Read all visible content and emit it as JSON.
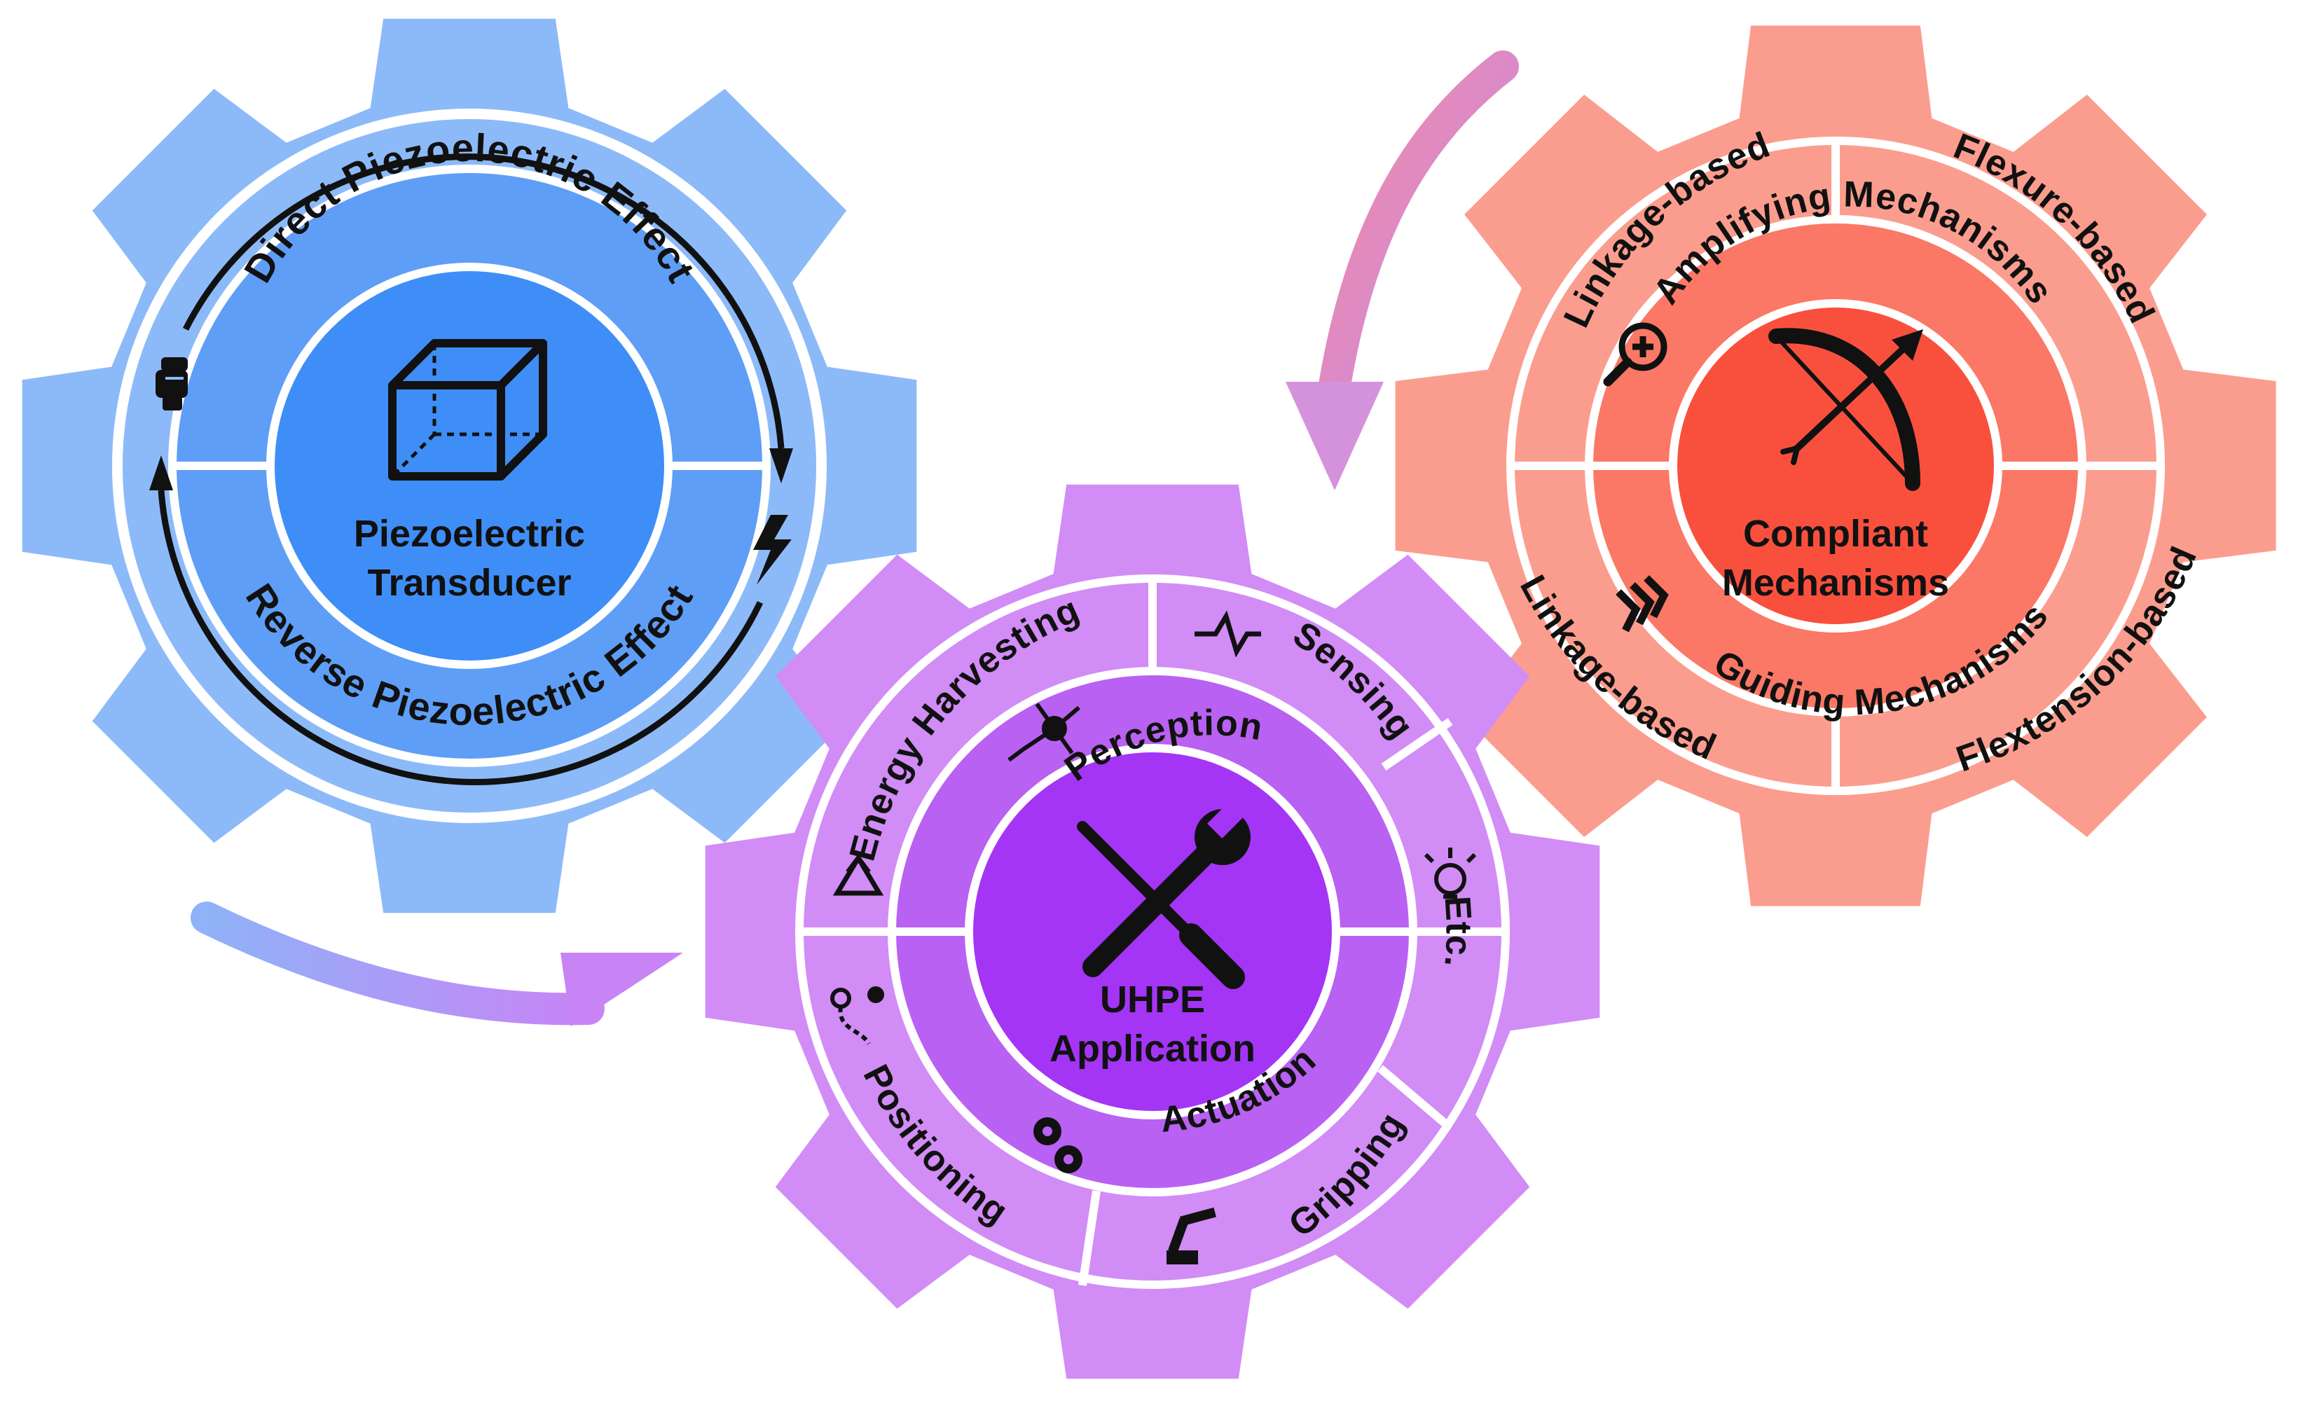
{
  "colors": {
    "blue_gear": "#8cbaf9",
    "blue_ring": "#5f9ef6",
    "blue_center": "#3f8ef7",
    "red_gear": "#fb9d8e",
    "red_ring": "#fa7865",
    "red_center": "#f9503e",
    "purple_gear": "#d18cf6",
    "purple_ring": "#b961f2",
    "purple_center": "#a435f5",
    "separator": "#ffffff",
    "ink": "#111111"
  },
  "transducer": {
    "center_line1": "Piezoelectric",
    "center_line2": "Transducer",
    "direct_effect": "Direct Piezoelectric Effect",
    "reverse_effect": "Reverse Piezoelectric Effect",
    "icons": [
      "cube-icon",
      "fist-icon",
      "lightning-icon"
    ]
  },
  "mechanisms": {
    "center_line1": "Compliant",
    "center_line2": "Mechanisms",
    "amplifying": "Amplifying Mechanisms",
    "guiding": "Guiding Mechanisms",
    "outer_top_left": "Linkage-based",
    "outer_top_right": "Flexure-based",
    "outer_bottom_left": "Linkage-based",
    "outer_bottom_right": "Flextension-based",
    "icons": [
      "bow-arrow-icon",
      "magnifier-plus-icon",
      "chevron-arrows-icon"
    ]
  },
  "application": {
    "center_line1": "UHPE",
    "center_line2": "Application",
    "perception": "Perception",
    "actuation": "Actuation",
    "energy_harvesting": "Energy Harvesting",
    "sensing": "Sensing",
    "etc": "Etc.",
    "gripping": "Gripping",
    "positioning": "Positioning",
    "icons": [
      "tools-icon",
      "neuron-icon",
      "gears-icon",
      "recycle-icon",
      "pulse-icon",
      "lightbulb-icon",
      "robot-arm-icon",
      "route-icon"
    ]
  }
}
